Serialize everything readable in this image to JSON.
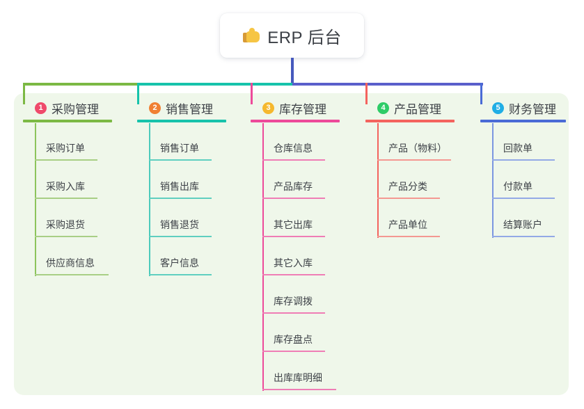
{
  "root": {
    "icon": "thumbs-up-icon",
    "title": "ERP 后台"
  },
  "colors": {
    "panel_bg": "#eff7ea",
    "page_bg": "#ffffff",
    "root_stem": "#4659bd",
    "text": "#3d4147"
  },
  "connector": {
    "segments": [
      {
        "name": "bar-green",
        "color": "#7cb944"
      },
      {
        "name": "bar-teal",
        "color": "#17c3ab"
      },
      {
        "name": "bar-purple",
        "color": "#5a5fcb"
      }
    ]
  },
  "columns": [
    {
      "number": "1",
      "title": "采购管理",
      "badge_color": "#ef4a6b",
      "line_color": "#7cb944",
      "item_line_color": "#a8cf85",
      "stem_color": "#8cc45c",
      "drop_color": "#7cb944",
      "items": [
        "采购订单",
        "采购入库",
        "采购退货",
        "供应商信息"
      ]
    },
    {
      "number": "2",
      "title": "销售管理",
      "badge_color": "#f08033",
      "line_color": "#17c3ab",
      "item_line_color": "#5fcfc0",
      "stem_color": "#4ccabb",
      "drop_color": "#17c3ab",
      "items": [
        "销售订单",
        "销售出库",
        "销售退货",
        "客户信息"
      ]
    },
    {
      "number": "3",
      "title": "库存管理",
      "badge_color": "#f5b82e",
      "line_color": "#ed4a9a",
      "item_line_color": "#ef7db5",
      "stem_color": "#ed4a9a",
      "drop_color": "#ed4a9a",
      "items": [
        "仓库信息",
        "产品库存",
        "其它出库",
        "其它入库",
        "库存调拨",
        "库存盘点",
        "出库库明细"
      ]
    },
    {
      "number": "4",
      "title": "产品管理",
      "badge_color": "#2ecc67",
      "line_color": "#f4635e",
      "item_line_color": "#f49892",
      "stem_color": "#f4635e",
      "drop_color": "#f4635e",
      "items": [
        "产品（物料）",
        "产品分类",
        "产品单位"
      ]
    },
    {
      "number": "5",
      "title": "财务管理",
      "badge_color": "#20aee5",
      "line_color": "#4a6bd6",
      "item_line_color": "#93a9e6",
      "stem_color": "#7b96e0",
      "drop_color": "#4a6bd6",
      "items": [
        "回款单",
        "付款单",
        "结算账户"
      ]
    }
  ]
}
